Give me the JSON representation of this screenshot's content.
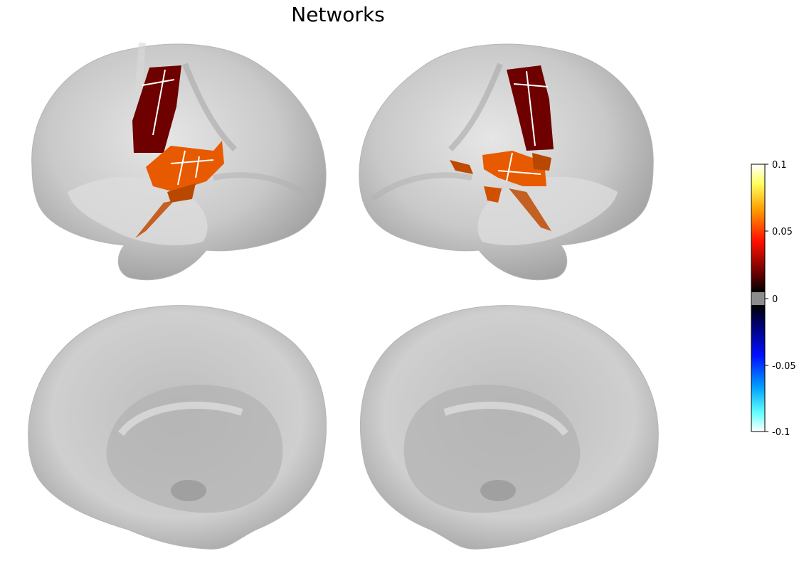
{
  "title": "Networks",
  "colorbar": {
    "ticks": [
      "0.1",
      "0.05",
      "0",
      "-0.05",
      "-0.1"
    ],
    "range": [
      -0.1,
      0.1
    ],
    "positive_colormap": "black-red-yellow-white (hot)",
    "negative_colormap": "black-blue-cyan-white (cool)",
    "zero_color": "#8c8c8c"
  },
  "views": [
    {
      "name": "left-lateral",
      "hemisphere": "left",
      "view": "lateral"
    },
    {
      "name": "right-lateral",
      "hemisphere": "right",
      "view": "lateral"
    },
    {
      "name": "left-medial",
      "hemisphere": "left",
      "view": "medial"
    },
    {
      "name": "right-medial",
      "hemisphere": "right",
      "view": "medial"
    }
  ],
  "parcel_colors": {
    "dark_red": "#6e0000",
    "orange": "#e85a00",
    "brown_orange": "#b84800",
    "surface": "#c8c8c8"
  }
}
